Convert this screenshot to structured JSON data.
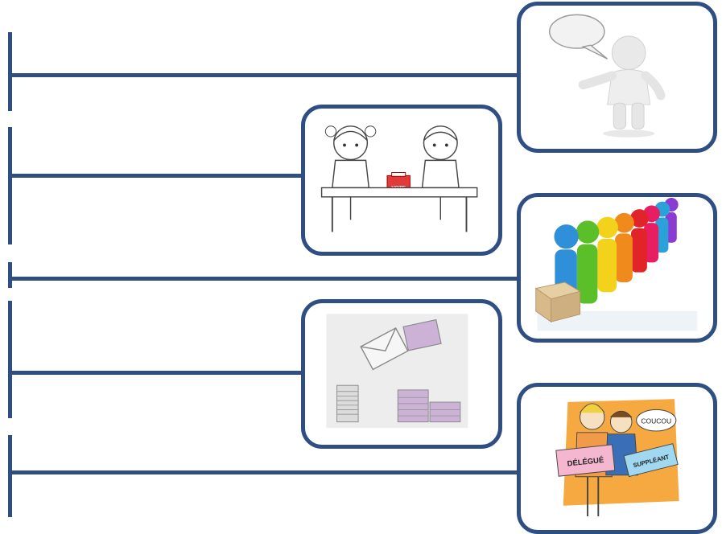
{
  "steps": [
    {
      "id": "speech",
      "icon": "speaking-person-icon"
    },
    {
      "id": "children-vote",
      "icon": "children-voting-icon"
    },
    {
      "id": "queue-vote",
      "icon": "people-queue-ballot-box-icon"
    },
    {
      "id": "ballot-count",
      "icon": "ballots-counting-icon"
    },
    {
      "id": "delegates",
      "icon": "delegate-substitute-icon"
    }
  ],
  "illustration_text": {
    "ballot_box": "VOTE",
    "delegate_sign": "DÉLÉGUÉ",
    "substitute_sign": "SUPPLÉANT",
    "speech_bubble": "COUCOU"
  },
  "colors": {
    "line": "#2f4f83",
    "border": "#2f4f83"
  }
}
